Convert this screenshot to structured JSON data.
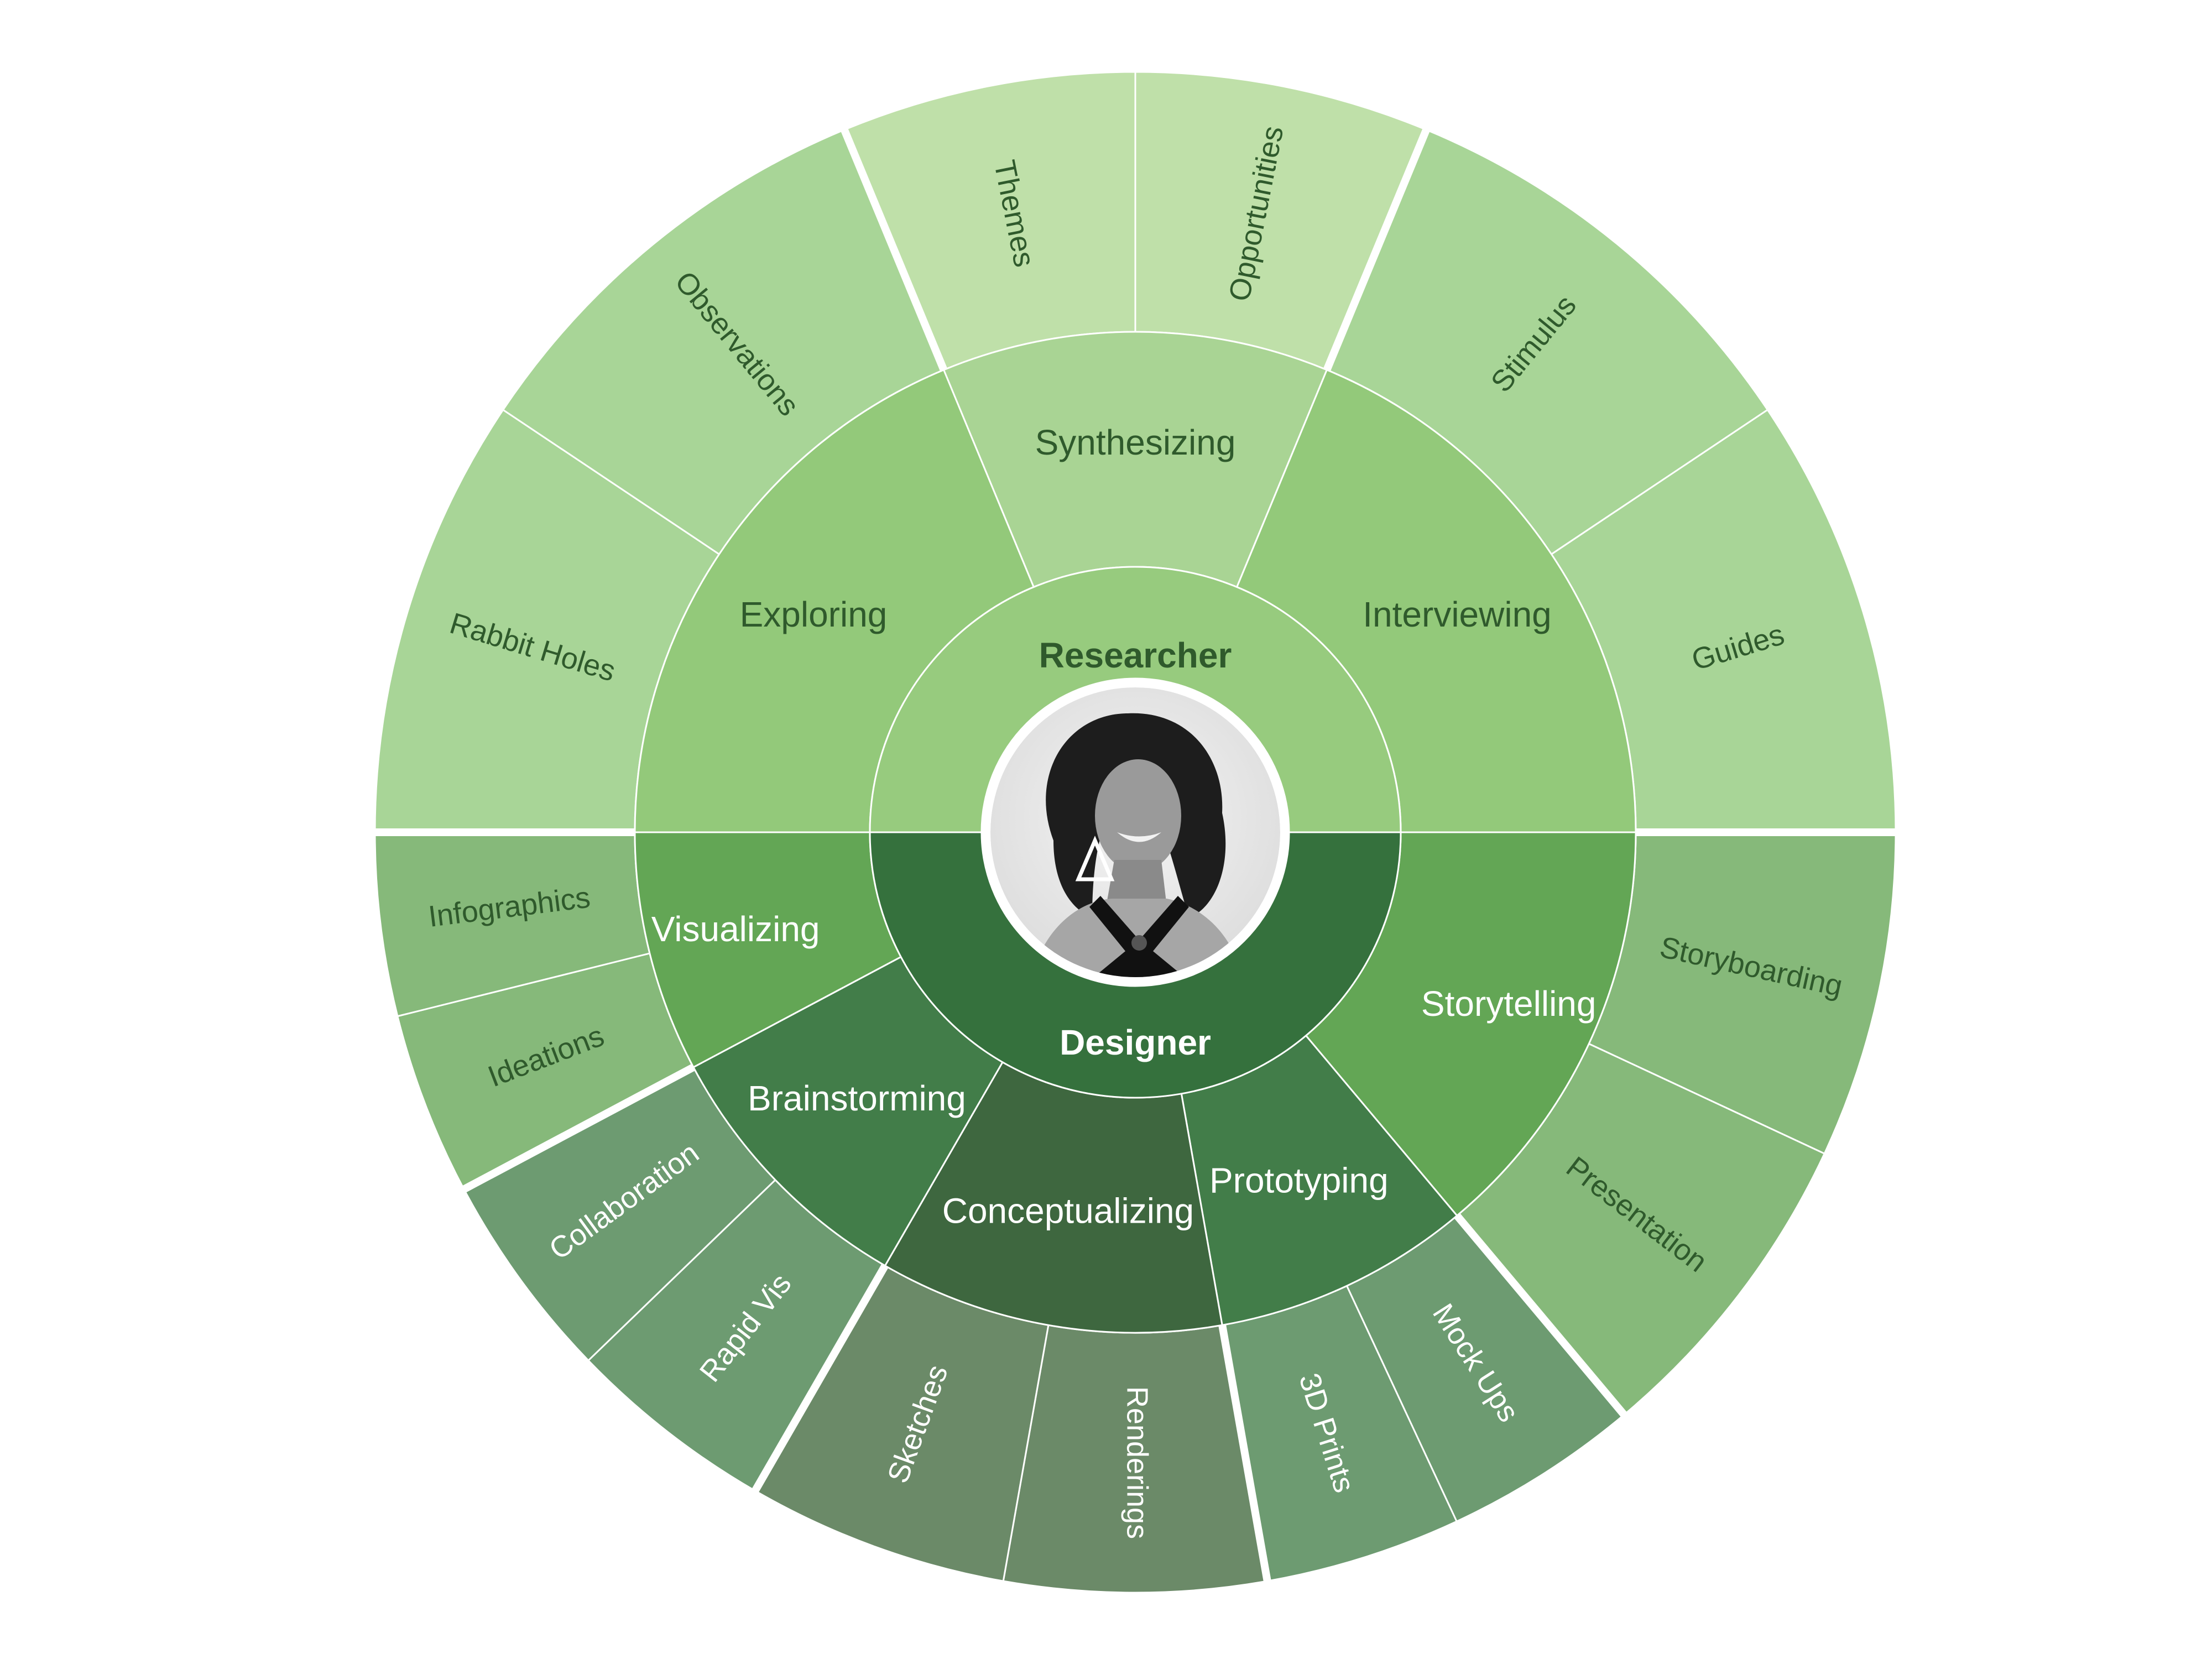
{
  "colors": {
    "researcher_root": "#97cb7e",
    "designer_root": "#35713d",
    "researcher_skill": "#93c97a",
    "researcher_skill_top": "#a9d494",
    "researcher_leaf": "#a8d597",
    "researcher_leaf_top": "#bfe0a9",
    "story_skill": "#63a655",
    "story_leaf": "#86b97a",
    "design_skill": "#427d49",
    "design_skill_bottom": "#3e673f",
    "design_leaf": "#6d9b71",
    "design_leaf_bottom": "#6b8a68",
    "text_dark": "#2f5a2c",
    "text_light": "#ffffff",
    "separator": "#ffffff"
  },
  "center": {
    "icon": "portrait-photo"
  },
  "roots": [
    {
      "id": "researcher",
      "label": "Researcher"
    },
    {
      "id": "designer",
      "label": "Designer"
    }
  ],
  "skills": [
    {
      "id": "exploring",
      "label": "Exploring",
      "parent": "researcher",
      "leaves": [
        "Rabbit Holes",
        "Observations"
      ]
    },
    {
      "id": "synthesizing",
      "label": "Synthesizing",
      "parent": "researcher",
      "leaves": [
        "Themes",
        "Opportunities"
      ]
    },
    {
      "id": "interviewing",
      "label": "Interviewing",
      "parent": "researcher",
      "leaves": [
        "Stimulus",
        "Guides"
      ]
    },
    {
      "id": "storytelling",
      "label": "Storytelling",
      "parent": "designer",
      "leaves": [
        "Storyboarding",
        "Presentation"
      ]
    },
    {
      "id": "prototyping",
      "label": "Prototyping",
      "parent": "designer",
      "leaves": [
        "Mock Ups",
        "3D Prints"
      ]
    },
    {
      "id": "conceptualizing",
      "label": "Conceptualizing",
      "parent": "designer",
      "leaves": [
        "Renderings",
        "Sketches"
      ]
    },
    {
      "id": "brainstorming",
      "label": "Brainstorming",
      "parent": "designer",
      "leaves": [
        "Rapid Vis",
        "Collaboration"
      ]
    },
    {
      "id": "visualizing",
      "label": "Visualizing",
      "parent": "designer",
      "leaves": [
        "Ideations",
        "Infographics"
      ]
    }
  ]
}
